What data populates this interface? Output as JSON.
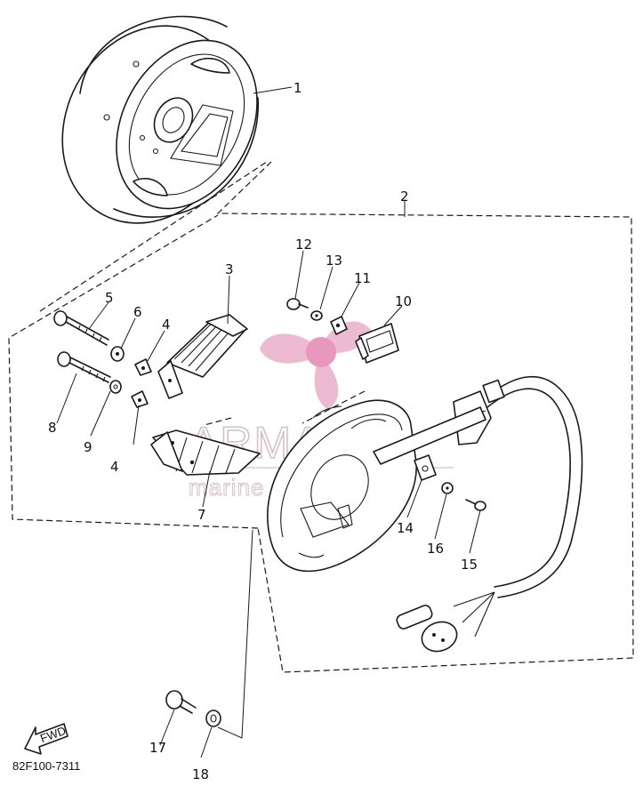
{
  "diagram": {
    "part_code": "82F100-7311",
    "fwd_label": "FWD",
    "watermark": {
      "brand": "ARMADA",
      "tagline": "marine outboards",
      "colors": {
        "petal": "#e7a9c6",
        "center": "#e898bd",
        "text": "#c9aab8"
      }
    },
    "callouts": [
      {
        "id": "c1",
        "label": "1"
      },
      {
        "id": "c2",
        "label": "2"
      },
      {
        "id": "c3",
        "label": "3"
      },
      {
        "id": "c4a",
        "label": "4"
      },
      {
        "id": "c4b",
        "label": "4"
      },
      {
        "id": "c5",
        "label": "5"
      },
      {
        "id": "c6",
        "label": "6"
      },
      {
        "id": "c7",
        "label": "7"
      },
      {
        "id": "c8",
        "label": "8"
      },
      {
        "id": "c9",
        "label": "9"
      },
      {
        "id": "c10",
        "label": "10"
      },
      {
        "id": "c11",
        "label": "11"
      },
      {
        "id": "c12",
        "label": "12"
      },
      {
        "id": "c13",
        "label": "13"
      },
      {
        "id": "c14",
        "label": "14"
      },
      {
        "id": "c15",
        "label": "15"
      },
      {
        "id": "c16",
        "label": "16"
      },
      {
        "id": "c17",
        "label": "17"
      },
      {
        "id": "c18",
        "label": "18"
      }
    ]
  }
}
